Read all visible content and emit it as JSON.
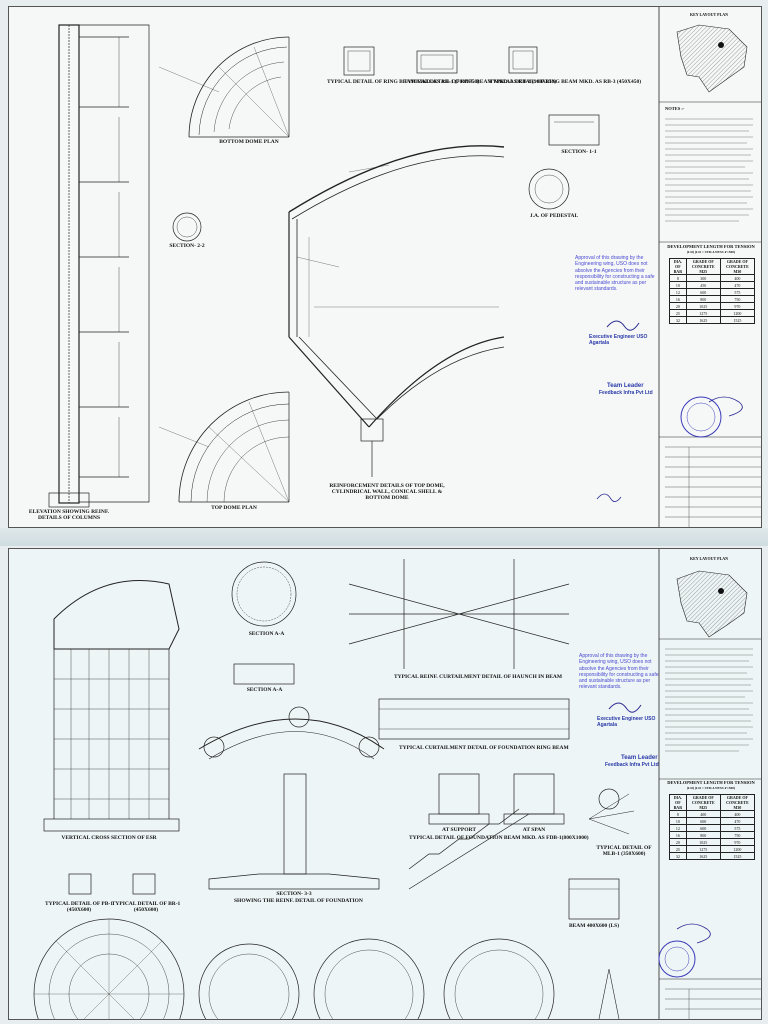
{
  "top_sheet": {
    "titles": {
      "ring_beam_1": "TYPICAL DETAIL OF RING BEAM MKD. AS RB-1 (700x750)",
      "ring_beam_2": "TYPICAL DETAIL OF RING BEAM MKD. AS RB-2 (900x650)",
      "ring_beam_3": "TYPICAL DETAIL OF RING BEAM MKD. AS RB-3 (450x450)",
      "bottom_dome_plan": "BOTTOM DOME PLAN",
      "section_2_2": "SECTION- 2-2",
      "section_1_1": "SECTION- 1-1",
      "reinforcement": "REINFORCEMENT DETAILS OF TOP DOME, CYLINDRICAL WALL, CONICAL SHELL & BOTTOM DOME",
      "top_dome_plan": "TOP DOME PLAN",
      "elevation": "ELEVATION SHOWING REINF. DETAILS OF COLUMNS",
      "ja_pedestal": "J.A. OF PEDESTAL"
    },
    "key_plan": "KEY LAYOUT PLAN",
    "notes_heading": "NOTES :-",
    "approval_note": "Approval of this drawing by the Engineering wing, USO does not absolve the Agencies from their responsibility for constructing a safe and sustainable structure as per relevant standards.",
    "signatory_1": "Executive Engineer USO Agartala",
    "signatory_2": "Team Leader",
    "signatory_2_org": "Feedback Infra Pvt Ltd",
    "dev_length_title": "DEVELOPMENT LENGTH FOR TENSION",
    "dev_length_sub": "(Ld) (Ld = Stillness F=500)",
    "dev_table_headers": [
      "DIA. OF BAR",
      "GRADE OF CONCRETE M25",
      "GRADE OF CONCRETE M30"
    ],
    "dev_table_rows": [
      [
        "8",
        "300",
        "400"
      ],
      [
        "10",
        "450",
        "470"
      ],
      [
        "12",
        "600",
        "575"
      ],
      [
        "16",
        "800",
        "750"
      ],
      [
        "20",
        "1025",
        "970"
      ],
      [
        "25",
        "1275",
        "1200"
      ],
      [
        "32",
        "1625",
        "1525"
      ]
    ]
  },
  "bottom_sheet": {
    "titles": {
      "section_a_a": "SECTION A-A",
      "section_a_a_2": "SECTION A-A",
      "curtailment_haunch": "TYPICAL REINF. CURTAILMENT DETAIL OF HAUNCH IN BEAM",
      "curtailment_ring": "TYPICAL CURTAILMENT DETAIL OF FOUNDATION RING BEAM",
      "at_support": "AT SUPPORT",
      "at_span": "AT SPAN",
      "foundation_beam": "TYPICAL DETAIL OF FOUNDATION BEAM MKD. AS FDB-1(800X1000)",
      "vertical_cross_section": "VERTICAL CROSS SECTION OF ESR",
      "section_3_3": "SECTION- 3-3",
      "footing_reinf": "SHOWING THE REINF. DETAIL OF FOUNDATION",
      "plinth_beam": "TYPICAL DETAIL OF PB-1 (450x600)",
      "brace": "TYPICAL DETAIL OF BR-1 (450x600)",
      "mlb": "TYPICAL DETAIL OF MLB-1 (350X600)",
      "beam": "BEAM 400X600 (LS)"
    },
    "key_plan": "KEY LAYOUT PLAN",
    "approval_note": "Approval of this drawing by the Engineering wing, USO does not absolve the Agencies from their responsibility for constructing a safe and sustainable structure as per relevant standards.",
    "signatory_1": "Executive Engineer USO Agartala",
    "signatory_2": "Team Leader",
    "signatory_2_org": "Feedback Infra Pvt Ltd",
    "dev_length_title": "DEVELOPMENT LENGTH FOR TENSION",
    "dev_length_sub": "(Ld) (Ld = Stillness F=500)",
    "dev_table_headers": [
      "DIA. OF BAR",
      "GRADE OF CONCRETE M25",
      "GRADE OF CONCRETE M30"
    ],
    "dev_table_rows": [
      [
        "8",
        "400",
        "400"
      ],
      [
        "10",
        "600",
        "470"
      ],
      [
        "12",
        "600",
        "575"
      ],
      [
        "16",
        "800",
        "750"
      ],
      [
        "20",
        "1025",
        "970"
      ],
      [
        "25",
        "1275",
        "1200"
      ],
      [
        "32",
        "1625",
        "1525"
      ]
    ]
  },
  "colors": {
    "ink": "#1a1a1a",
    "stamp": "#3a3ab8",
    "paper_top": "#f6f8f8",
    "paper_bottom": "#eef5f6"
  }
}
